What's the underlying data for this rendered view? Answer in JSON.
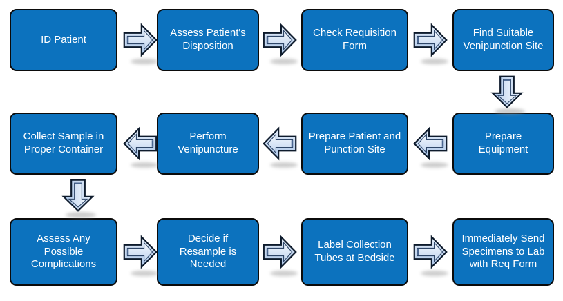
{
  "colors": {
    "background": "#FFFFFF",
    "box_fill": "#0C72BE",
    "box_border": "#0B0B0B",
    "box_text": "#FFFFFF",
    "arrow_outline": "#0E1B2C",
    "arrow_fill_light": "#F2F7FD",
    "arrow_fill_dark": "#ACC6E8",
    "arrow_shadow": "#8F8F8F"
  },
  "flowchart": {
    "steps": [
      {
        "label": "ID Patient",
        "row": 1,
        "col": 1
      },
      {
        "label": "Assess Patient's Disposition",
        "row": 1,
        "col": 2
      },
      {
        "label": "Check Requisition Form",
        "row": 1,
        "col": 3
      },
      {
        "label": "Find Suitable Venipunction Site",
        "row": 1,
        "col": 4
      },
      {
        "label": "Collect Sample in Proper Container",
        "row": 2,
        "col": 1
      },
      {
        "label": "Perform Venipuncture",
        "row": 2,
        "col": 2
      },
      {
        "label": "Prepare Patient and Punction Site",
        "row": 2,
        "col": 3
      },
      {
        "label": "Prepare Equipment",
        "row": 2,
        "col": 4
      },
      {
        "label": "Assess Any Possible Complications",
        "row": 3,
        "col": 1
      },
      {
        "label": "Decide if Resample is Needed",
        "row": 3,
        "col": 2
      },
      {
        "label": "Label Collection Tubes at Bedside",
        "row": 3,
        "col": 3
      },
      {
        "label": "Immediately Send Specimens to Lab with Req Form",
        "row": 3,
        "col": 4
      }
    ],
    "arrows": [
      {
        "direction": "right",
        "from": "ID Patient",
        "to": "Assess Patient's Disposition"
      },
      {
        "direction": "right",
        "from": "Assess Patient's Disposition",
        "to": "Check Requisition Form"
      },
      {
        "direction": "right",
        "from": "Check Requisition Form",
        "to": "Find Suitable Venipunction Site"
      },
      {
        "direction": "down",
        "from": "Find Suitable Venipunction Site",
        "to": "Prepare Equipment"
      },
      {
        "direction": "left",
        "from": "Prepare Equipment",
        "to": "Prepare Patient and Punction Site"
      },
      {
        "direction": "left",
        "from": "Prepare Patient and Punction Site",
        "to": "Perform Venipuncture"
      },
      {
        "direction": "left",
        "from": "Perform Venipuncture",
        "to": "Collect Sample in Proper Container"
      },
      {
        "direction": "down",
        "from": "Collect Sample in Proper Container",
        "to": "Assess Any Possible Complications"
      },
      {
        "direction": "right",
        "from": "Assess Any Possible Complications",
        "to": "Decide if Resample is Needed"
      },
      {
        "direction": "right",
        "from": "Decide if Resample is Needed",
        "to": "Label Collection Tubes at Bedside"
      },
      {
        "direction": "right",
        "from": "Label Collection Tubes at Bedside",
        "to": "Immediately Send Specimens to Lab with Req Form"
      }
    ],
    "sequence": [
      "ID Patient",
      "Assess Patient's Disposition",
      "Check Requisition Form",
      "Find Suitable Venipunction Site",
      "Prepare Equipment",
      "Prepare Patient and Punction Site",
      "Perform Venipuncture",
      "Collect Sample in Proper Container",
      "Assess Any Possible Complications",
      "Decide if Resample is Needed",
      "Label Collection Tubes at Bedside",
      "Immediately Send Specimens to Lab with Req Form"
    ]
  }
}
